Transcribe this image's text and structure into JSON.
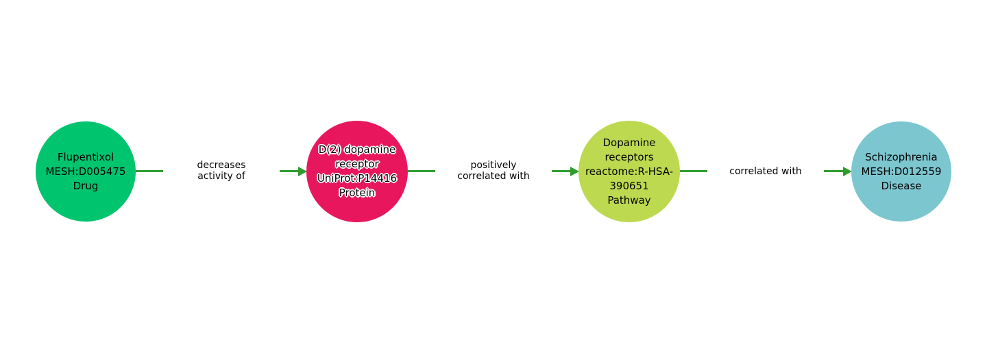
{
  "diagram": {
    "type": "knowledge-graph-path",
    "edge_color": "#2e9c2e"
  },
  "nodes": [
    {
      "label": "Flupentixol\nMESH:D005475\nDrug",
      "entity": "Flupentixol",
      "id": "MESH:D005475",
      "category": "Drug",
      "color": "#00c46e"
    },
    {
      "label": "D(2) dopamine\nreceptor\nUniProt:P14416\nProtein",
      "entity": "D(2) dopamine receptor",
      "id": "UniProt:P14416",
      "category": "Protein",
      "color": "#e8175d"
    },
    {
      "label": "Dopamine\nreceptors\nreactome:R-HSA-\n390651\nPathway",
      "entity": "Dopamine receptors",
      "id": "reactome:R-HSA-390651",
      "category": "Pathway",
      "color": "#bdd94f"
    },
    {
      "label": "Schizophrenia\nMESH:D012559\nDisease",
      "entity": "Schizophrenia",
      "id": "MESH:D012559",
      "category": "Disease",
      "color": "#7cc6d0"
    }
  ],
  "edges": [
    {
      "from": "Flupentixol",
      "to": "D(2) dopamine receptor",
      "label": "decreases\nactivity of"
    },
    {
      "from": "D(2) dopamine receptor",
      "to": "Dopamine receptors",
      "label": "positively\ncorrelated with"
    },
    {
      "from": "Dopamine receptors",
      "to": "Schizophrenia",
      "label": "correlated with"
    }
  ]
}
